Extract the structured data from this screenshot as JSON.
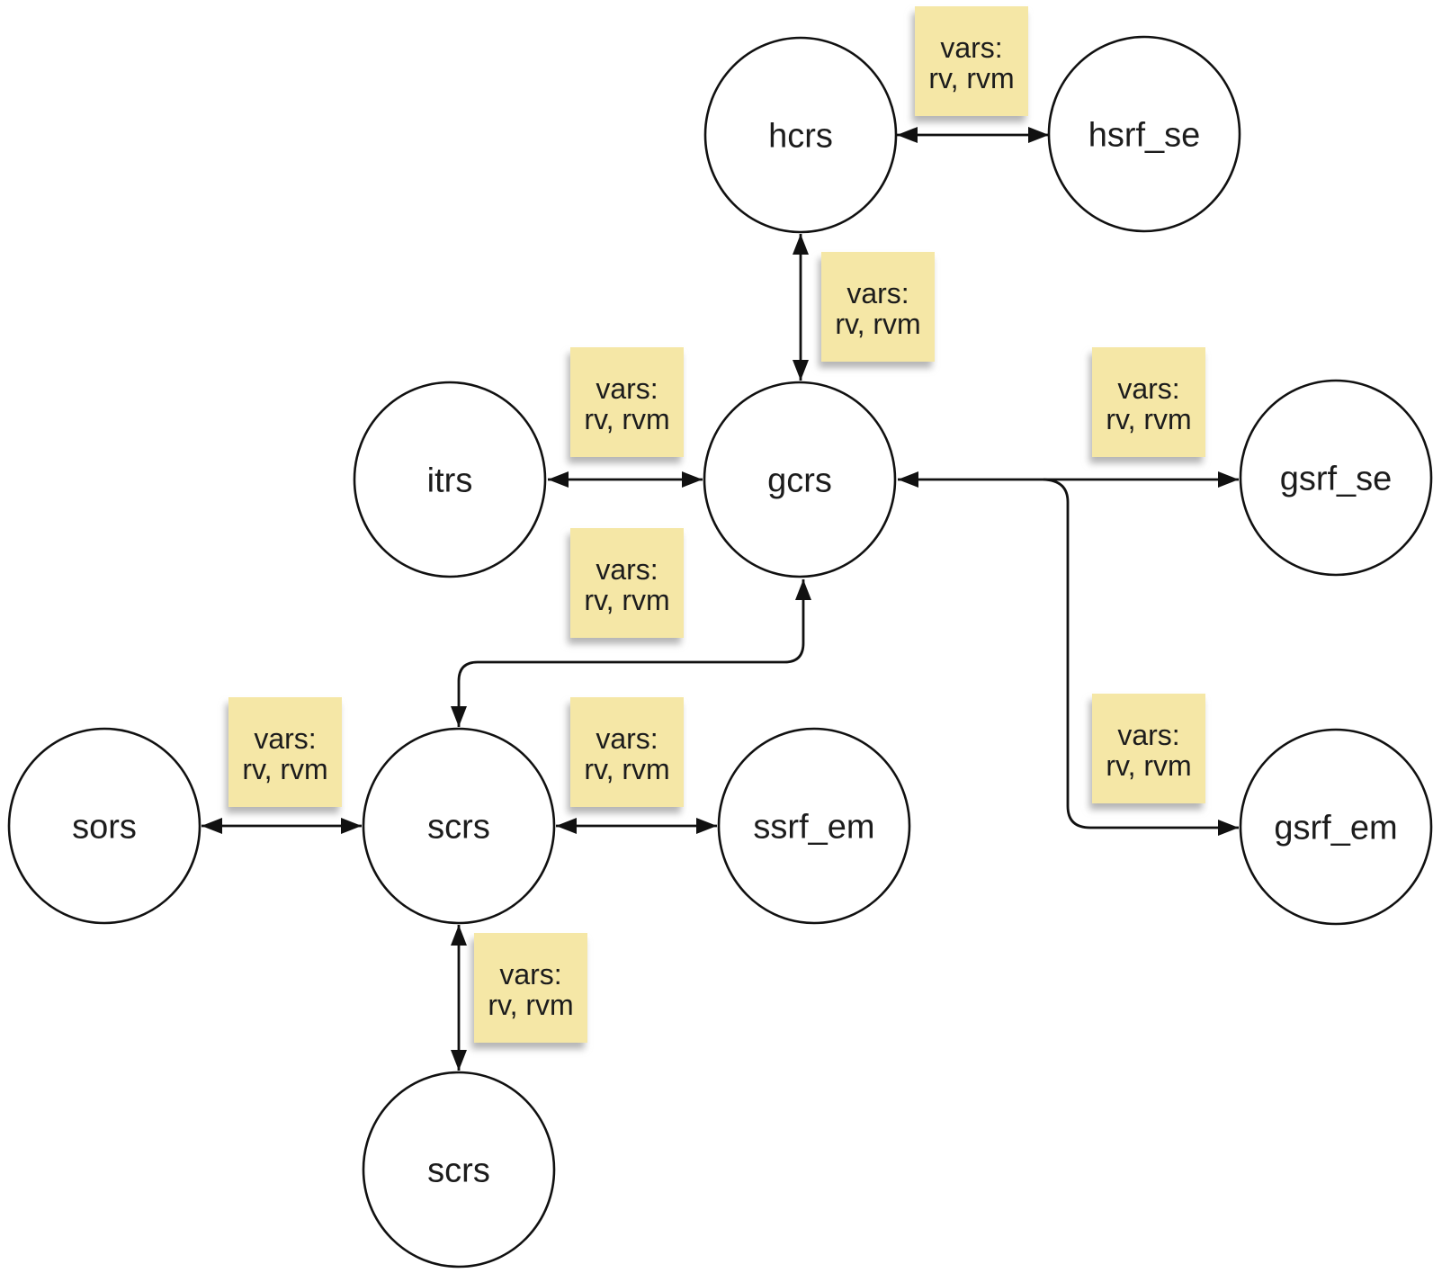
{
  "diagram": {
    "description": "frame transformation graph",
    "colors": {
      "background": "#ffffff",
      "node_fill": "#ffffff",
      "node_stroke": "#111111",
      "edge_stroke": "#111111",
      "note_fill": "#f5e7a6",
      "text": "#1c1c1c"
    },
    "nodes": [
      {
        "id": "hcrs",
        "label": "hcrs"
      },
      {
        "id": "hsrf_se",
        "label": "hsrf_se"
      },
      {
        "id": "itrs",
        "label": "itrs"
      },
      {
        "id": "gcrs",
        "label": "gcrs"
      },
      {
        "id": "gsrf_se",
        "label": "gsrf_se"
      },
      {
        "id": "sors",
        "label": "sors"
      },
      {
        "id": "scrs",
        "label": "scrs"
      },
      {
        "id": "ssrf_em",
        "label": "ssrf_em"
      },
      {
        "id": "gsrf_em",
        "label": "gsrf_em"
      },
      {
        "id": "scrs_bottom",
        "label": "scrs"
      }
    ],
    "edges": [
      {
        "from": "hcrs",
        "to": "hsrf_se",
        "bidirectional": true,
        "label": "vars: rv, rvm"
      },
      {
        "from": "hcrs",
        "to": "gcrs",
        "bidirectional": true,
        "label": "vars: rv, rvm"
      },
      {
        "from": "itrs",
        "to": "gcrs",
        "bidirectional": true,
        "label": "vars: rv, rvm"
      },
      {
        "from": "gcrs",
        "to": "gsrf_se",
        "bidirectional": true,
        "label": "vars: rv, rvm"
      },
      {
        "from": "gcrs",
        "to": "gsrf_em",
        "bidirectional": false,
        "label": "vars: rv, rvm"
      },
      {
        "from": "scrs",
        "to": "gcrs",
        "bidirectional": true,
        "label": "vars: rv, rvm"
      },
      {
        "from": "sors",
        "to": "scrs",
        "bidirectional": true,
        "label": "vars: rv, rvm"
      },
      {
        "from": "scrs",
        "to": "ssrf_em",
        "bidirectional": true,
        "label": "vars: rv, rvm"
      },
      {
        "from": "scrs",
        "to": "scrs_bottom",
        "bidirectional": true,
        "label": "vars: rv, rvm"
      }
    ],
    "notes": [
      {
        "id": "note-hcrs-hsrf_se",
        "line1": "vars:",
        "line2": "rv, rvm"
      },
      {
        "id": "note-hcrs-gcrs",
        "line1": "vars:",
        "line2": "rv, rvm"
      },
      {
        "id": "note-itrs-gcrs",
        "line1": "vars:",
        "line2": "rv, rvm"
      },
      {
        "id": "note-gcrs-gsrf_se",
        "line1": "vars:",
        "line2": "rv, rvm"
      },
      {
        "id": "note-scrs-gcrs",
        "line1": "vars:",
        "line2": "rv, rvm"
      },
      {
        "id": "note-sors-scrs",
        "line1": "vars:",
        "line2": "rv, rvm"
      },
      {
        "id": "note-scrs-ssrf_em",
        "line1": "vars:",
        "line2": "rv, rvm"
      },
      {
        "id": "note-gcrs-gsrf_em",
        "line1": "vars:",
        "line2": "rv, rvm"
      },
      {
        "id": "note-scrs-scrs",
        "line1": "vars:",
        "line2": "rv, rvm"
      }
    ]
  }
}
